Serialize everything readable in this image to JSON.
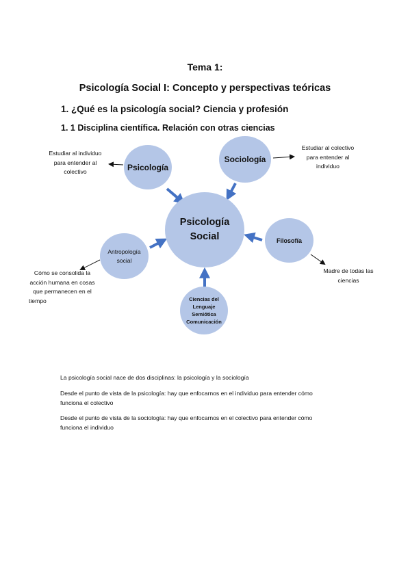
{
  "header": {
    "tema": "Tema 1:",
    "title": "Psicología Social I: Concepto y perspectivas teóricas",
    "section": "1. ¿Qué es la psicología social? Ciencia y profesión",
    "subsection": "1. 1 Disciplina científica. Relación con otras ciencias"
  },
  "diagram": {
    "center": {
      "line1": "Psicología",
      "line2": "Social"
    },
    "psicologia": "Psicología",
    "sociologia": "Sociología",
    "filosofia": "Filosofía",
    "antropologia": {
      "line1": "Antropología",
      "line2": "social"
    },
    "lenguaje": {
      "line1": "Ciencias del",
      "line2": "Lenguaje",
      "line3": "Semiótica",
      "line4": "Comunicación"
    },
    "notes": {
      "psicologia": {
        "line1": "Estudiar al individuo",
        "line2": "para entender al",
        "line3": "colectivo"
      },
      "sociologia": {
        "line1": "Estudiar al colectivo",
        "line2": "para entender al",
        "line3": "individuo"
      },
      "antropologia": {
        "line1": "Cómo se consolida la",
        "line2": "acción humana en cosas",
        "line3": "que permanecen en el",
        "line4": "tiempo"
      },
      "filosofia": {
        "line1": "Madre de todas las",
        "line2": "ciencias"
      }
    },
    "arrow_color": "#4472c4",
    "circle_color": "#b4c6e7"
  },
  "body": {
    "p1": "La psicología social nace de dos disciplinas: la psicología y la sociología",
    "p2": {
      "line1": "Desde el punto de vista de la psicología: hay que enfocarnos en el individuo para entender cómo",
      "line2": "funciona el colectivo"
    },
    "p3": {
      "line1": "Desde el punto de vista de la sociología: hay que enfocarnos en el colectivo para entender cómo",
      "line2": "funciona el individuo"
    }
  }
}
